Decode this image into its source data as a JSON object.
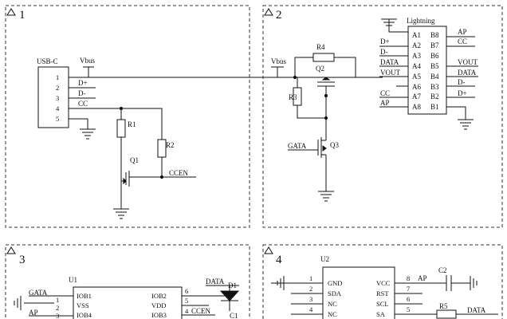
{
  "panels": [
    {
      "number": "1"
    },
    {
      "number": "2"
    },
    {
      "number": "3"
    },
    {
      "number": "4"
    }
  ],
  "usb_c": {
    "title": "USB-C",
    "pins": [
      "1",
      "2",
      "3",
      "4",
      "5"
    ],
    "signals": [
      "D+",
      "D-",
      "CC"
    ],
    "vbus": "Vbus"
  },
  "panel1": {
    "r1": "R1",
    "r2": "R2",
    "q1": "Q1",
    "ccen": "CCEN"
  },
  "panel2": {
    "vbus": "Vbus",
    "r4": "R4",
    "r3": "R3",
    "q2": "Q2",
    "q3": "Q3",
    "gata": "GATA"
  },
  "lightning": {
    "title": "Lightning",
    "left_pins": [
      "A1",
      "A2",
      "A3",
      "A4",
      "A5",
      "A6",
      "A7",
      "A8"
    ],
    "right_pins": [
      "B8",
      "B7",
      "B6",
      "B5",
      "B4",
      "B3",
      "B2",
      "B1"
    ],
    "left_signals": [
      "D+",
      "D-",
      "DATA",
      "VOUT",
      "CC",
      "AP"
    ],
    "right_signals": [
      "AP",
      "CC",
      "VOUT",
      "DATA",
      "D-",
      "D+"
    ]
  },
  "u1": {
    "name": "U1",
    "left_signals": [
      "GATA",
      "AP"
    ],
    "left_pin_nums": [
      "1",
      "2",
      "3"
    ],
    "left_pin_names": [
      "IOB1",
      "VSS",
      "IOB4"
    ],
    "right_pin_names": [
      "IOB2",
      "VDD",
      "IOB3"
    ],
    "right_pin_nums": [
      "6",
      "5",
      "4"
    ],
    "right_signals": [
      "DATA",
      "CCEN"
    ],
    "d1": "D1",
    "c1": "C1"
  },
  "u2": {
    "name": "U2",
    "left_pin_nums": [
      "1",
      "2",
      "3",
      "4"
    ],
    "left_pin_names": [
      "GND",
      "SDA",
      "NC",
      "NC"
    ],
    "right_pin_names": [
      "VCC",
      "RST",
      "SCL",
      "SA"
    ],
    "right_pin_nums": [
      "8",
      "7",
      "6",
      "5"
    ],
    "ap": "AP",
    "c2": "C2",
    "r5": "R5",
    "data": "DATA"
  }
}
